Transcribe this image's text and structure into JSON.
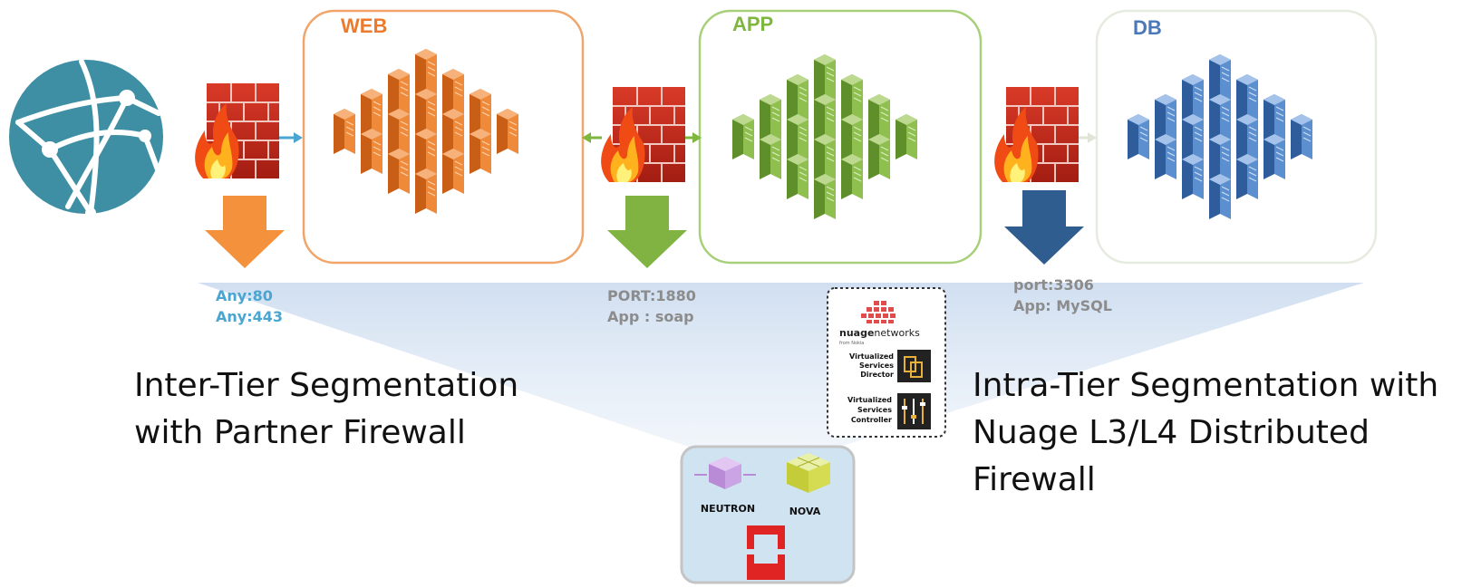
{
  "tiers": {
    "web": {
      "label": "WEB",
      "color": "#ec7a2c"
    },
    "app": {
      "label": "APP",
      "color": "#7fb63e"
    },
    "db": {
      "label": "DB",
      "color": "#4a78b8"
    }
  },
  "rules": {
    "web": {
      "line1": "Any:80",
      "line2": "Any:443",
      "color": "#4aa6d0"
    },
    "app": {
      "line1": "PORT:1880",
      "line2": "App : soap",
      "color": "#8c8c8c"
    },
    "db": {
      "line1": "port:3306",
      "line2": "App: MySQL",
      "color": "#8c8c8c"
    }
  },
  "captions": {
    "inter_line1": "Inter-Tier Segmentation",
    "inter_line2": "with Partner Firewall",
    "intra_line1": "Intra-Tier Segmentation with",
    "intra_line2": "Nuage L3/L4 Distributed",
    "intra_line3": "Firewall"
  },
  "nuage": {
    "brand_bold": "nuage",
    "brand_rest": "networks",
    "brand_sub": "from Nokia",
    "vsd_line1": "Virtualized",
    "vsd_line2": "Services",
    "vsd_line3": "Director",
    "vsc_line1": "Virtualized",
    "vsc_line2": "Services",
    "vsc_line3": "Controller"
  },
  "openstack": {
    "neutron_label": "NEUTRON",
    "nova_label": "NOVA"
  },
  "icons": [
    "globe-icon",
    "firewall-icon",
    "server-rack-icon",
    "down-arrow-icon",
    "nuage-logo-icon",
    "openstack-logo-icon",
    "neutron-cube-icon",
    "nova-cube-icon"
  ]
}
